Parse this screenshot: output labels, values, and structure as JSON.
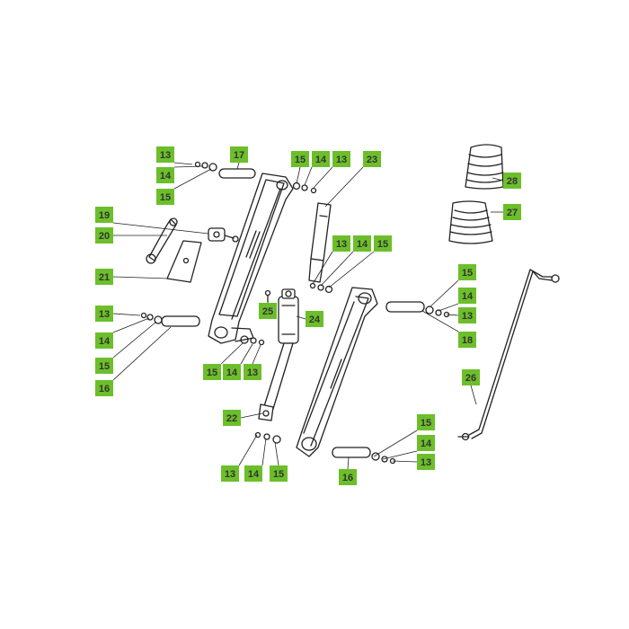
{
  "diagram": {
    "accent_color": "#6cbf2a",
    "label_text_color": "#333333",
    "line_color": "#222222",
    "callouts": [
      {
        "id": "c-top-13",
        "label": "13"
      },
      {
        "id": "c-top-14",
        "label": "14"
      },
      {
        "id": "c-top-15",
        "label": "15"
      },
      {
        "id": "c-top-17",
        "label": "17"
      },
      {
        "id": "c-19",
        "label": "19"
      },
      {
        "id": "c-20",
        "label": "20"
      },
      {
        "id": "c-21",
        "label": "21"
      },
      {
        "id": "c-left-13",
        "label": "13"
      },
      {
        "id": "c-left-14",
        "label": "14"
      },
      {
        "id": "c-left-15",
        "label": "15"
      },
      {
        "id": "c-left-16",
        "label": "16"
      },
      {
        "id": "c-mid-15",
        "label": "15"
      },
      {
        "id": "c-mid-14",
        "label": "14"
      },
      {
        "id": "c-mid-13",
        "label": "13"
      },
      {
        "id": "c-25",
        "label": "25"
      },
      {
        "id": "c-24",
        "label": "24"
      },
      {
        "id": "c-22",
        "label": "22"
      },
      {
        "id": "c-low-13",
        "label": "13"
      },
      {
        "id": "c-low-14",
        "label": "14"
      },
      {
        "id": "c-low-15",
        "label": "15"
      },
      {
        "id": "c-toprod-15",
        "label": "15"
      },
      {
        "id": "c-toprod-14",
        "label": "14"
      },
      {
        "id": "c-toprod-13",
        "label": "13"
      },
      {
        "id": "c-23",
        "label": "23"
      },
      {
        "id": "c-rodmid-13",
        "label": "13"
      },
      {
        "id": "c-rodmid-14",
        "label": "14"
      },
      {
        "id": "c-rodmid-15",
        "label": "15"
      },
      {
        "id": "c-28",
        "label": "28"
      },
      {
        "id": "c-27",
        "label": "27"
      },
      {
        "id": "c-right-15",
        "label": "15"
      },
      {
        "id": "c-right-14",
        "label": "14"
      },
      {
        "id": "c-right-13",
        "label": "13"
      },
      {
        "id": "c-18",
        "label": "18"
      },
      {
        "id": "c-26",
        "label": "26"
      },
      {
        "id": "c-br-15",
        "label": "15"
      },
      {
        "id": "c-br-14",
        "label": "14"
      },
      {
        "id": "c-br-13",
        "label": "13"
      },
      {
        "id": "c-br-16",
        "label": "16"
      }
    ]
  }
}
